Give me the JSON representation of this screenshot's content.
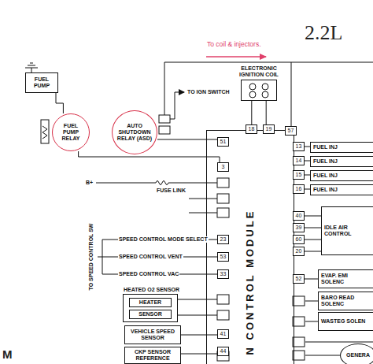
{
  "diagram": {
    "nodes": [
      {
        "text": [
          "FUEL PUMP"
        ]
      },
      {
        "text": [
          "FUEL PUMP RELAY"
        ]
      },
      {
        "text": [
          "AUTO SHUTDOWN RELAY (ASD)"
        ]
      },
      {
        "text": [
          "ELECTRONIC IGNITION COIL"
        ]
      },
      {
        "text": [
          "N CONTROL MODULE"
        ]
      },
      {
        "text": [
          "18"
        ]
      },
      {
        "text": [
          "19"
        ]
      },
      {
        "text": [
          "57"
        ]
      },
      {
        "text": [
          "51"
        ]
      },
      {
        "text": [
          "3"
        ]
      },
      {
        "text": [
          "23"
        ]
      },
      {
        "text": [
          "53"
        ]
      },
      {
        "text": [
          "33"
        ]
      },
      {
        "text": [
          "41"
        ]
      },
      {
        "text": [
          "44"
        ]
      },
      {
        "text": [
          "13"
        ]
      },
      {
        "text": [
          "14"
        ]
      },
      {
        "text": [
          "15"
        ]
      },
      {
        "text": [
          "16"
        ]
      },
      {
        "text": [
          "40"
        ]
      },
      {
        "text": [
          "39"
        ]
      },
      {
        "text": [
          "60"
        ]
      },
      {
        "text": [
          "20"
        ]
      },
      {
        "text": [
          "52"
        ]
      },
      {
        "text": [
          "FUEL INJ"
        ]
      },
      {
        "text": [
          "FUEL INJ"
        ]
      },
      {
        "text": [
          "FUEL INJ"
        ]
      },
      {
        "text": [
          "FUEL INJ"
        ]
      },
      {
        "text": [
          "IDLE AIR CONTROL"
        ]
      },
      {
        "text": [
          "EVAP. EMI SOLENC"
        ]
      },
      {
        "text": [
          "BARO READ SOLENC"
        ]
      },
      {
        "text": [
          "WASTEG SOLEN"
        ]
      },
      {
        "text": [
          "GENERA"
        ]
      },
      {
        "text": [
          "HEATED O2 SENSOR"
        ]
      },
      {
        "text": [
          "HEATER"
        ],
        "in": 33
      },
      {
        "text": [
          "SENSOR"
        ],
        "in": 33
      },
      {
        "text": [
          "VEHICLE SPEED SENSOR"
        ]
      },
      {
        "text": [
          "CKP SENSOR REFERENCE"
        ]
      }
    ],
    "edges": [
      {
        "from": 1,
        "to": 0,
        "arrow": "none"
      },
      {
        "from": 2,
        "to": 8,
        "arrow": "none"
      },
      {
        "from": 1,
        "to": 9,
        "arrow": "none"
      },
      {
        "from": 3,
        "to": 5,
        "arrow": "none"
      },
      {
        "from": 3,
        "to": 6,
        "arrow": "none"
      },
      {
        "from": 15,
        "to": 24,
        "arrow": "none"
      },
      {
        "from": 16,
        "to": 25,
        "arrow": "none"
      },
      {
        "from": 17,
        "to": 26,
        "arrow": "none"
      },
      {
        "from": 18,
        "to": 27,
        "arrow": "none"
      },
      {
        "from": 19,
        "to": 28,
        "arrow": "none"
      },
      {
        "from": 20,
        "to": 28,
        "arrow": "none"
      },
      {
        "from": 21,
        "to": 28,
        "arrow": "none"
      },
      {
        "from": 22,
        "to": 28,
        "arrow": "none"
      },
      {
        "from": 23,
        "to": 29,
        "arrow": "none"
      },
      {
        "from": 36,
        "to": 13,
        "arrow": "none"
      },
      {
        "from": 37,
        "to": 14,
        "arrow": "none"
      }
    ],
    "labels": [
      "2.2L",
      "To coil & injectors.",
      "TO IGN SWITCH",
      "B+",
      "FUSE LINK",
      "SPEED CONTROL MODE SELECT",
      "SPEED CONTROL VENT",
      "SPEED CONTROL VAC",
      "TO SPEED CONTROL SW",
      "M"
    ]
  }
}
